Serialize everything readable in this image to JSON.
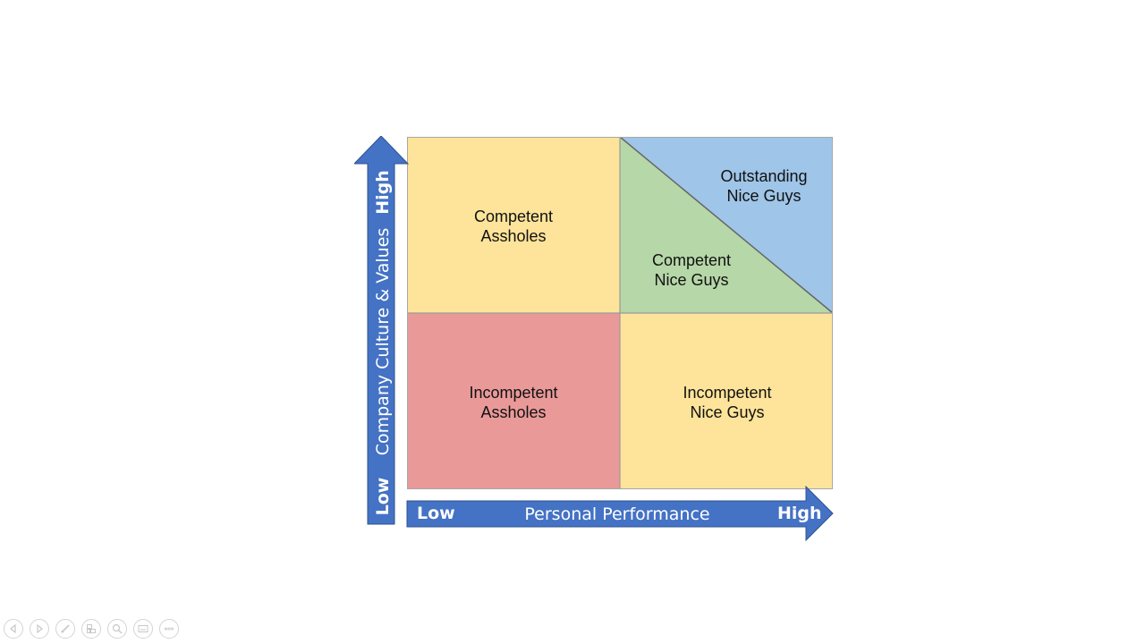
{
  "quadrants": {
    "top_left": {
      "line1": "Competent",
      "line2": "Assholes",
      "color": "#fde49a"
    },
    "top_right_lower": {
      "line1": "Competent",
      "line2": "Nice Guys",
      "color": "#b6d7a8"
    },
    "top_right_upper": {
      "line1": "Outstanding",
      "line2": "Nice Guys",
      "color": "#9fc5e8"
    },
    "bottom_left": {
      "line1": "Incompetent",
      "line2": "Assholes",
      "color": "#ea9999"
    },
    "bottom_right": {
      "line1": "Incompetent",
      "line2": "Nice Guys",
      "color": "#fde49a"
    }
  },
  "x_axis": {
    "low": "Low",
    "title": "Personal Performance",
    "high": "High",
    "color": "#4472c4"
  },
  "y_axis": {
    "low": "Low",
    "title": "Company Culture & Values",
    "high": "High",
    "color": "#4472c4"
  },
  "toolbar": {
    "icons": [
      "previous-icon",
      "next-icon",
      "pen-icon",
      "slides-icon",
      "zoom-icon",
      "subtitles-icon",
      "more-icon"
    ]
  }
}
